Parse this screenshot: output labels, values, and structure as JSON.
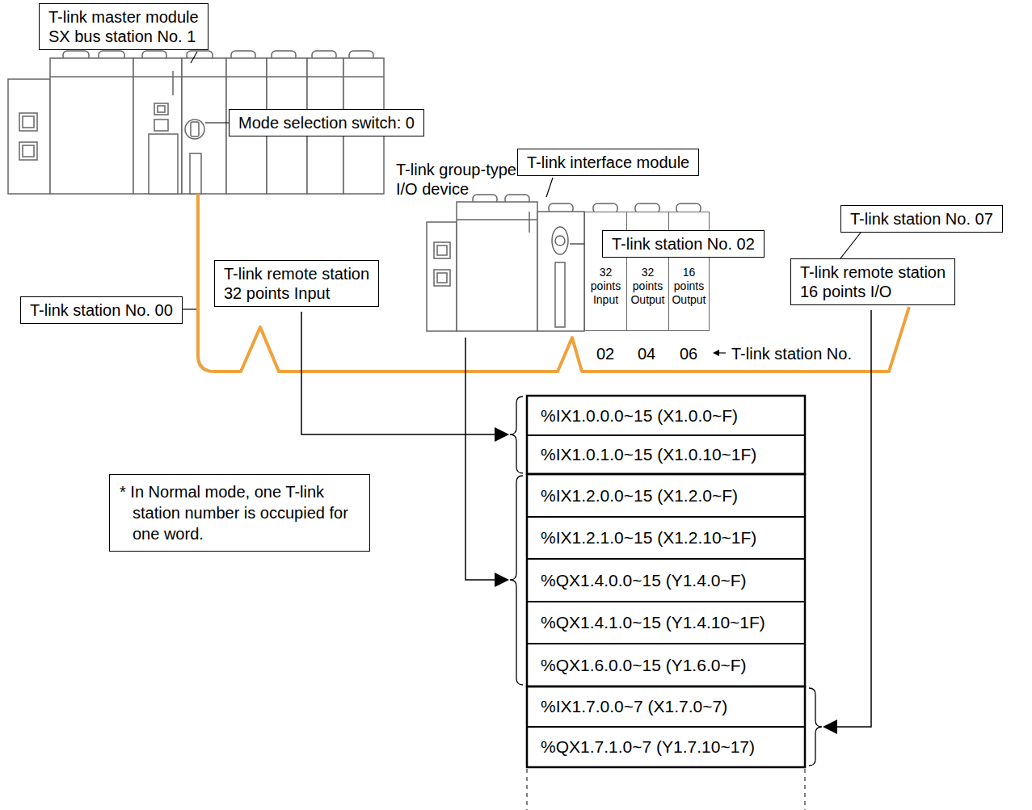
{
  "diagram": {
    "nodes": [
      {
        "text": [
          "T-link master module",
          "SX bus station No. 1"
        ]
      },
      {
        "text": [
          "Mode selection switch: 0"
        ]
      },
      {
        "text": [
          "T-link interface module"
        ]
      },
      {
        "text": [
          "T-link station No. 07"
        ]
      },
      {
        "text": [
          "32 points Input"
        ]
      },
      {
        "text": [
          "32 points Output"
        ]
      },
      {
        "text": [
          "16 points Output"
        ]
      },
      {
        "text": [
          "T-link station No. 02"
        ]
      },
      {
        "text": [
          "T-link remote station",
          "32 points Input"
        ]
      },
      {
        "text": [
          "T-link remote station",
          "16 points I/O"
        ]
      },
      {
        "text": [
          "T-link station No. 00"
        ]
      },
      {
        "text": [
          "* In Normal mode, one T-link station number is occupied for one word."
        ]
      },
      {
        "text": [
          "%IX1.0.0.0~15 (X1.0.0~F)"
        ]
      },
      {
        "text": [
          "%IX1.0.1.0~15 (X1.0.10~1F)"
        ]
      },
      {
        "text": [
          "%IX1.2.0.0~15 (X1.2.0~F)"
        ]
      },
      {
        "text": [
          "%IX1.2.1.0~15 (X1.2.10~1F)"
        ]
      },
      {
        "text": [
          "%QX1.4.0.0~15 (Y1.4.0~F)"
        ]
      },
      {
        "text": [
          "%QX1.4.1.0~15 (Y1.4.10~1F)"
        ]
      },
      {
        "text": [
          "%QX1.6.0.0~15 (Y1.6.0~F)"
        ]
      },
      {
        "text": [
          "%IX1.7.0.0~7 (X1.7.0~7)"
        ]
      },
      {
        "text": [
          "%QX1.7.1.0~7 (Y1.7.10~17)"
        ]
      }
    ],
    "edges": [
      {
        "from": 3,
        "to": 9,
        "arrow": "none"
      }
    ],
    "labels": [
      "T-link group-type I/O device",
      "02",
      "04",
      "06",
      "T-link station No."
    ]
  }
}
